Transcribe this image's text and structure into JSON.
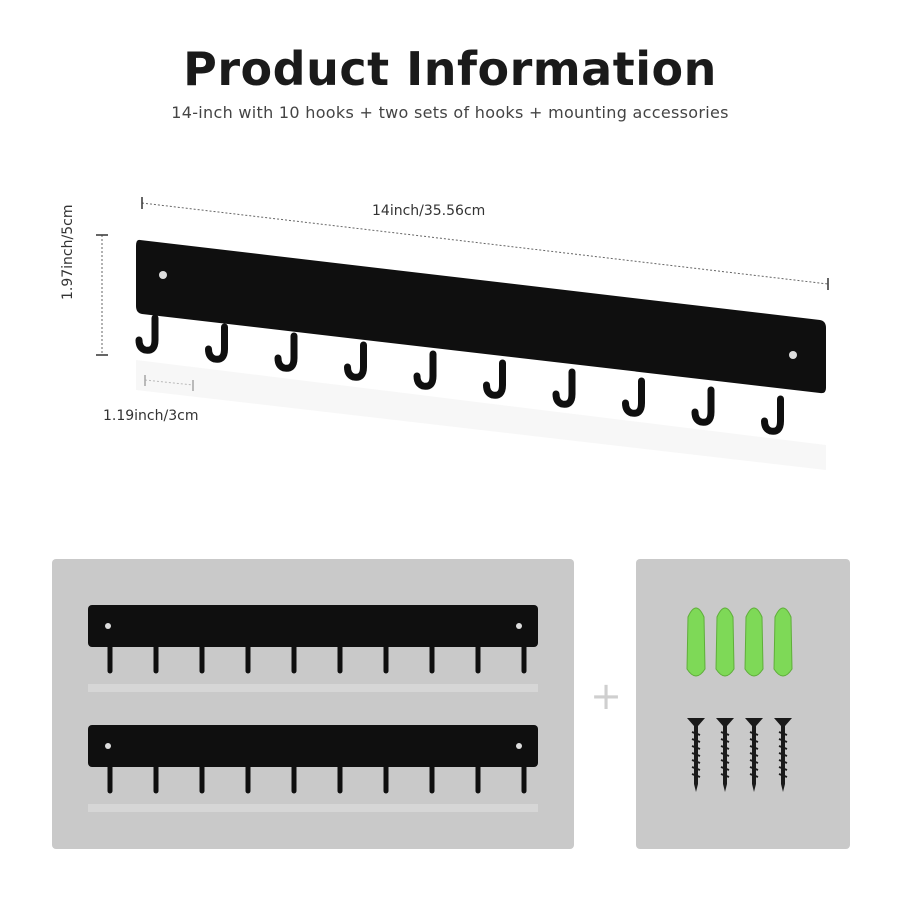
{
  "header": {
    "title": "Product Information",
    "subtitle": "14-inch with 10 hooks + two sets of hooks + mounting accessories"
  },
  "dimensions": {
    "width_label": "14inch/35.56cm",
    "height_label": "1.97inch/5cm",
    "hook_spacing_label": "1.19inch/3cm"
  },
  "contents": {
    "plus_symbol": "+"
  },
  "colors": {
    "rack": "#0f0f0f",
    "panel": "#c9c9c9",
    "anchor": "#7ed957",
    "screw": "#1a1a1a"
  }
}
